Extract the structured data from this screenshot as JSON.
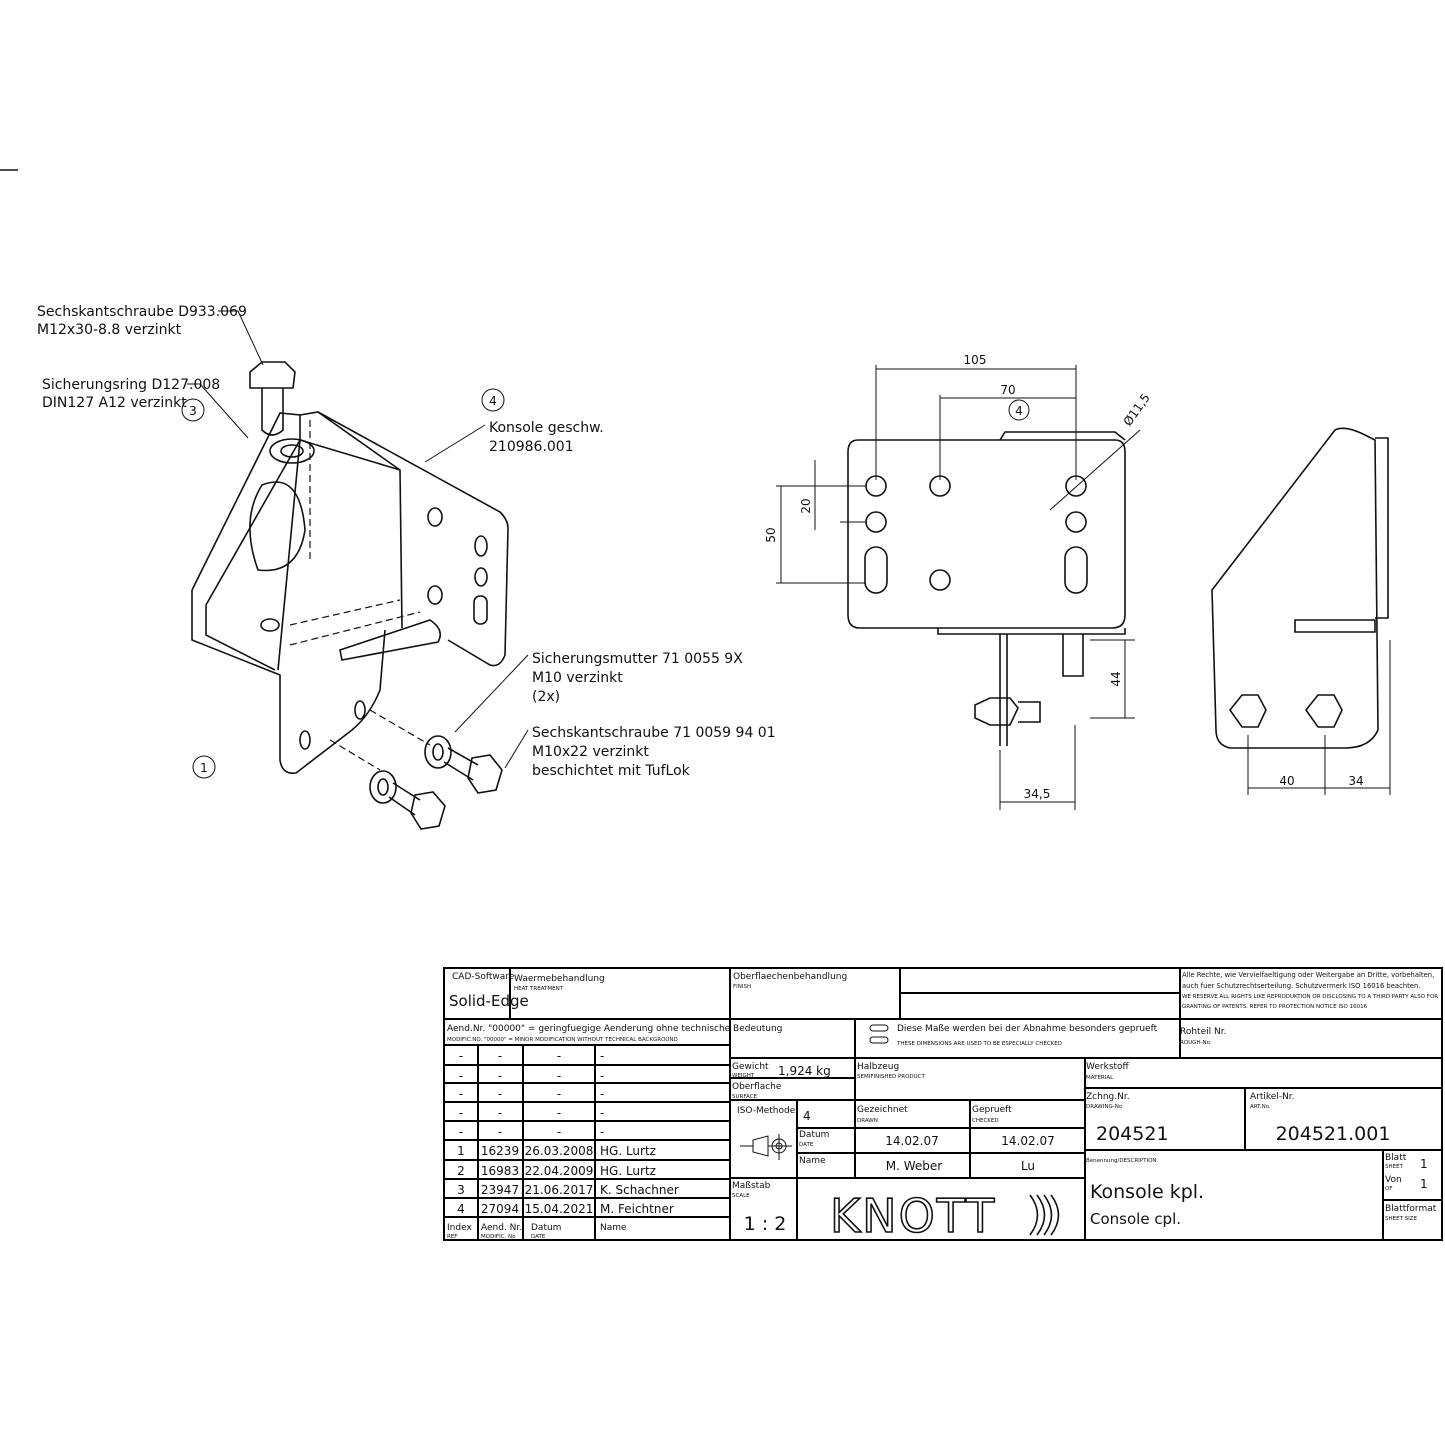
{
  "labels": {
    "bolt_m12": {
      "line1": "Sechskantschraube D933.069",
      "line2": "M12x30-8.8 verzinkt"
    },
    "lock_ring": {
      "line1": "Sicherungsring  D127.008",
      "line2": "DIN127 A12 verzinkt"
    },
    "console": {
      "line1": "Konsole geschw.",
      "line2": "210986.001"
    },
    "lock_nut": {
      "line1": "Sicherungsmutter  71 0055 9X",
      "line2": "M10 verzinkt",
      "line3": "(2x)"
    },
    "bolt_m10": {
      "line1": "Sechskantschraube  71 0059 94 01",
      "line2": "M10x22 verzinkt",
      "line3": "beschichtet mit TufLok"
    },
    "balloons": [
      "1",
      "3",
      "4",
      "4"
    ]
  },
  "dimensions": {
    "front": [
      "105",
      "70",
      "Ø11,5",
      "20",
      "50",
      "44",
      "34,5"
    ],
    "side": [
      "40",
      "34"
    ]
  },
  "title_block": {
    "cad_software_label": "CAD-Software",
    "cad_software": "Solid-Edge",
    "heat_treatment_label": "Waermebehandlung",
    "heat_treatment_en": "HEAT TREATMENT",
    "finish_label": "Oberflaechenbehandlung",
    "finish_en": "FINISH",
    "rights_de": "Alle Rechte, wie Vervielfaeltigung oder Weitergabe an Dritte, vorbehalten,",
    "rights_de2": "auch fuer Schutzrechtserteilung. Schutzvermerk ISO 16016 beachten.",
    "rights_en": "WE RESERVE ALL RIGHTS LIKE REPRODUKTION OR DISCLOSING TO A THIRD PARTY ALSO FOR",
    "rights_en2": "GRANTING OF PATENTS. REFER TO PROTECTION NOTICE ISO 16016",
    "modification_note": "Aend.Nr. \"00000\" = geringfuegige Aenderung ohne technische Bedeutung",
    "modification_note_en": "MODIFIC.NO. \"00000\" = MINOR MODIFICATION WITHOUT TECHNICAL BACKGROUND",
    "checked_dims_de": "Diese Maße werden bei der Abnahme besonders geprueft",
    "checked_dims_en": "THESE DIMENSIONS ARE USED TO BE ESPECIALLY CHECKED",
    "rough_no_label": "Rohteil Nr.",
    "rough_no_en": "ROUGH-No.",
    "weight_label": "Gewicht",
    "weight_en": "WEIGHT",
    "weight": "1,924 kg",
    "surface_label": "Oberflache",
    "surface_en": "SURFACE",
    "semifinished_label": "Halbzeug",
    "semifinished_en": "SEMIFINISHED PRODUCT",
    "material_label": "Werkstoff",
    "material_en": "MATERIAL",
    "iso_method_label": "ISO-Methode",
    "iso_method": "4",
    "date_label": "Datum",
    "date_en": "DATE",
    "name_label": "Name",
    "drawn_label": "Gezeichnet",
    "drawn_en": "DRAWN",
    "checked_label": "Geprueft",
    "checked_en": "CHECKED",
    "drawn_date": "14.02.07",
    "checked_date": "14.02.07",
    "drawn_name": "M. Weber",
    "checked_name": "Lu",
    "drawing_no_label": "Zchng.Nr.",
    "drawing_no_en": "DRAWING-No.",
    "drawing_no": "204521",
    "article_no_label": "Artikel-Nr.",
    "article_no_en": "ART.No.",
    "article_no": "204521.001",
    "scale_label": "Maßstab",
    "scale_en": "SCALE",
    "scale": "1 : 2",
    "logo": "KNOTT",
    "description_label": "Benennung/DESCRIPTION",
    "description_de": "Konsole kpl.",
    "description_en": "Console cpl.",
    "sheet_label": "Blatt",
    "sheet_en": "SHEET",
    "sheet": "1",
    "of_label": "Von",
    "of_en": "OF",
    "of": "1",
    "sheet_size_label": "Blattformat",
    "sheet_size_en": "SHEET SIZE",
    "revision_headers": {
      "index": "Index",
      "index_en": "REF",
      "mod_no": "Aend. Nr.",
      "mod_no_en": "MODIFIC. No",
      "date": "Datum",
      "date_en": "DATE",
      "name": "Name"
    },
    "revisions": [
      [
        "-",
        "-",
        "-",
        "-"
      ],
      [
        "-",
        "-",
        "-",
        "-"
      ],
      [
        "-",
        "-",
        "-",
        "-"
      ],
      [
        "-",
        "-",
        "-",
        "-"
      ],
      [
        "-",
        "-",
        "-",
        "-"
      ],
      [
        "1",
        "16239",
        "26.03.2008",
        "HG.  Lurtz"
      ],
      [
        "2",
        "16983",
        "22.04.2009",
        "HG.  Lurtz"
      ],
      [
        "3",
        "23947",
        "21.06.2017",
        "K.  Schachner"
      ],
      [
        "4",
        "27094",
        "15.04.2021",
        "M.  Feichtner"
      ]
    ]
  }
}
